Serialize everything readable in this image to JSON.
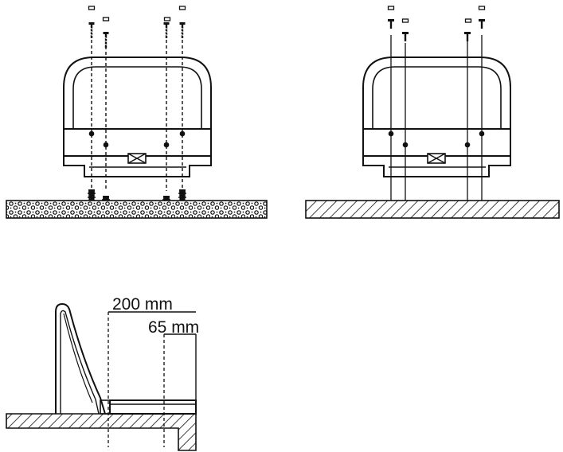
{
  "colors": {
    "line": "#111111",
    "background": "#ffffff"
  },
  "panels": {
    "left_front_view": {
      "mount_type": "screw-in (solid wall with anchors)"
    },
    "right_front_view": {
      "mount_type": "bolt-through (hatched wall)"
    },
    "side_view": {
      "mount_type": "folded seat profile"
    }
  },
  "dimensions": {
    "seat_depth_label": "200 mm",
    "fixing_offset_label": "65 mm"
  },
  "icons": [
    "screw-icon",
    "wall-anchor-icon",
    "wall-plug-icon",
    "cap-icon"
  ]
}
